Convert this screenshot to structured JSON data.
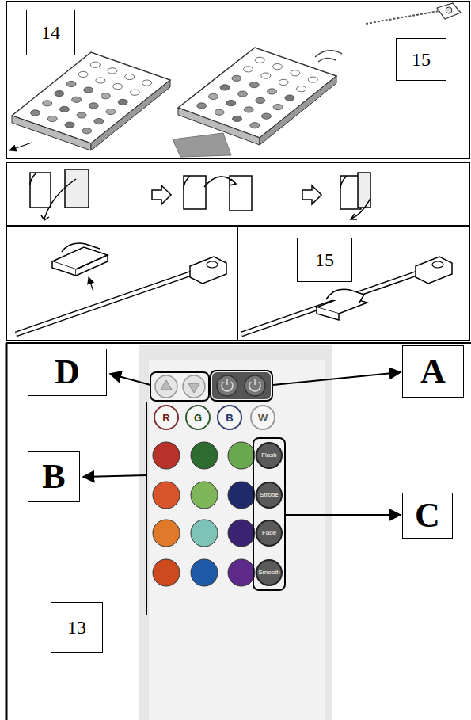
{
  "diagram": {
    "nodes": [
      {
        "text": [
          "14"
        ]
      },
      {
        "text": [
          "15"
        ]
      },
      {
        "text": [
          "15"
        ]
      },
      {
        "text": [
          "D"
        ]
      },
      {
        "text": [
          "A"
        ]
      },
      {
        "text": [
          "B"
        ]
      },
      {
        "text": [
          "C"
        ]
      },
      {
        "text": [
          "13"
        ]
      }
    ],
    "labels": [
      "R",
      "G",
      "B",
      "W",
      "Flash",
      "Strobe",
      "Fade",
      "Smooth"
    ]
  }
}
